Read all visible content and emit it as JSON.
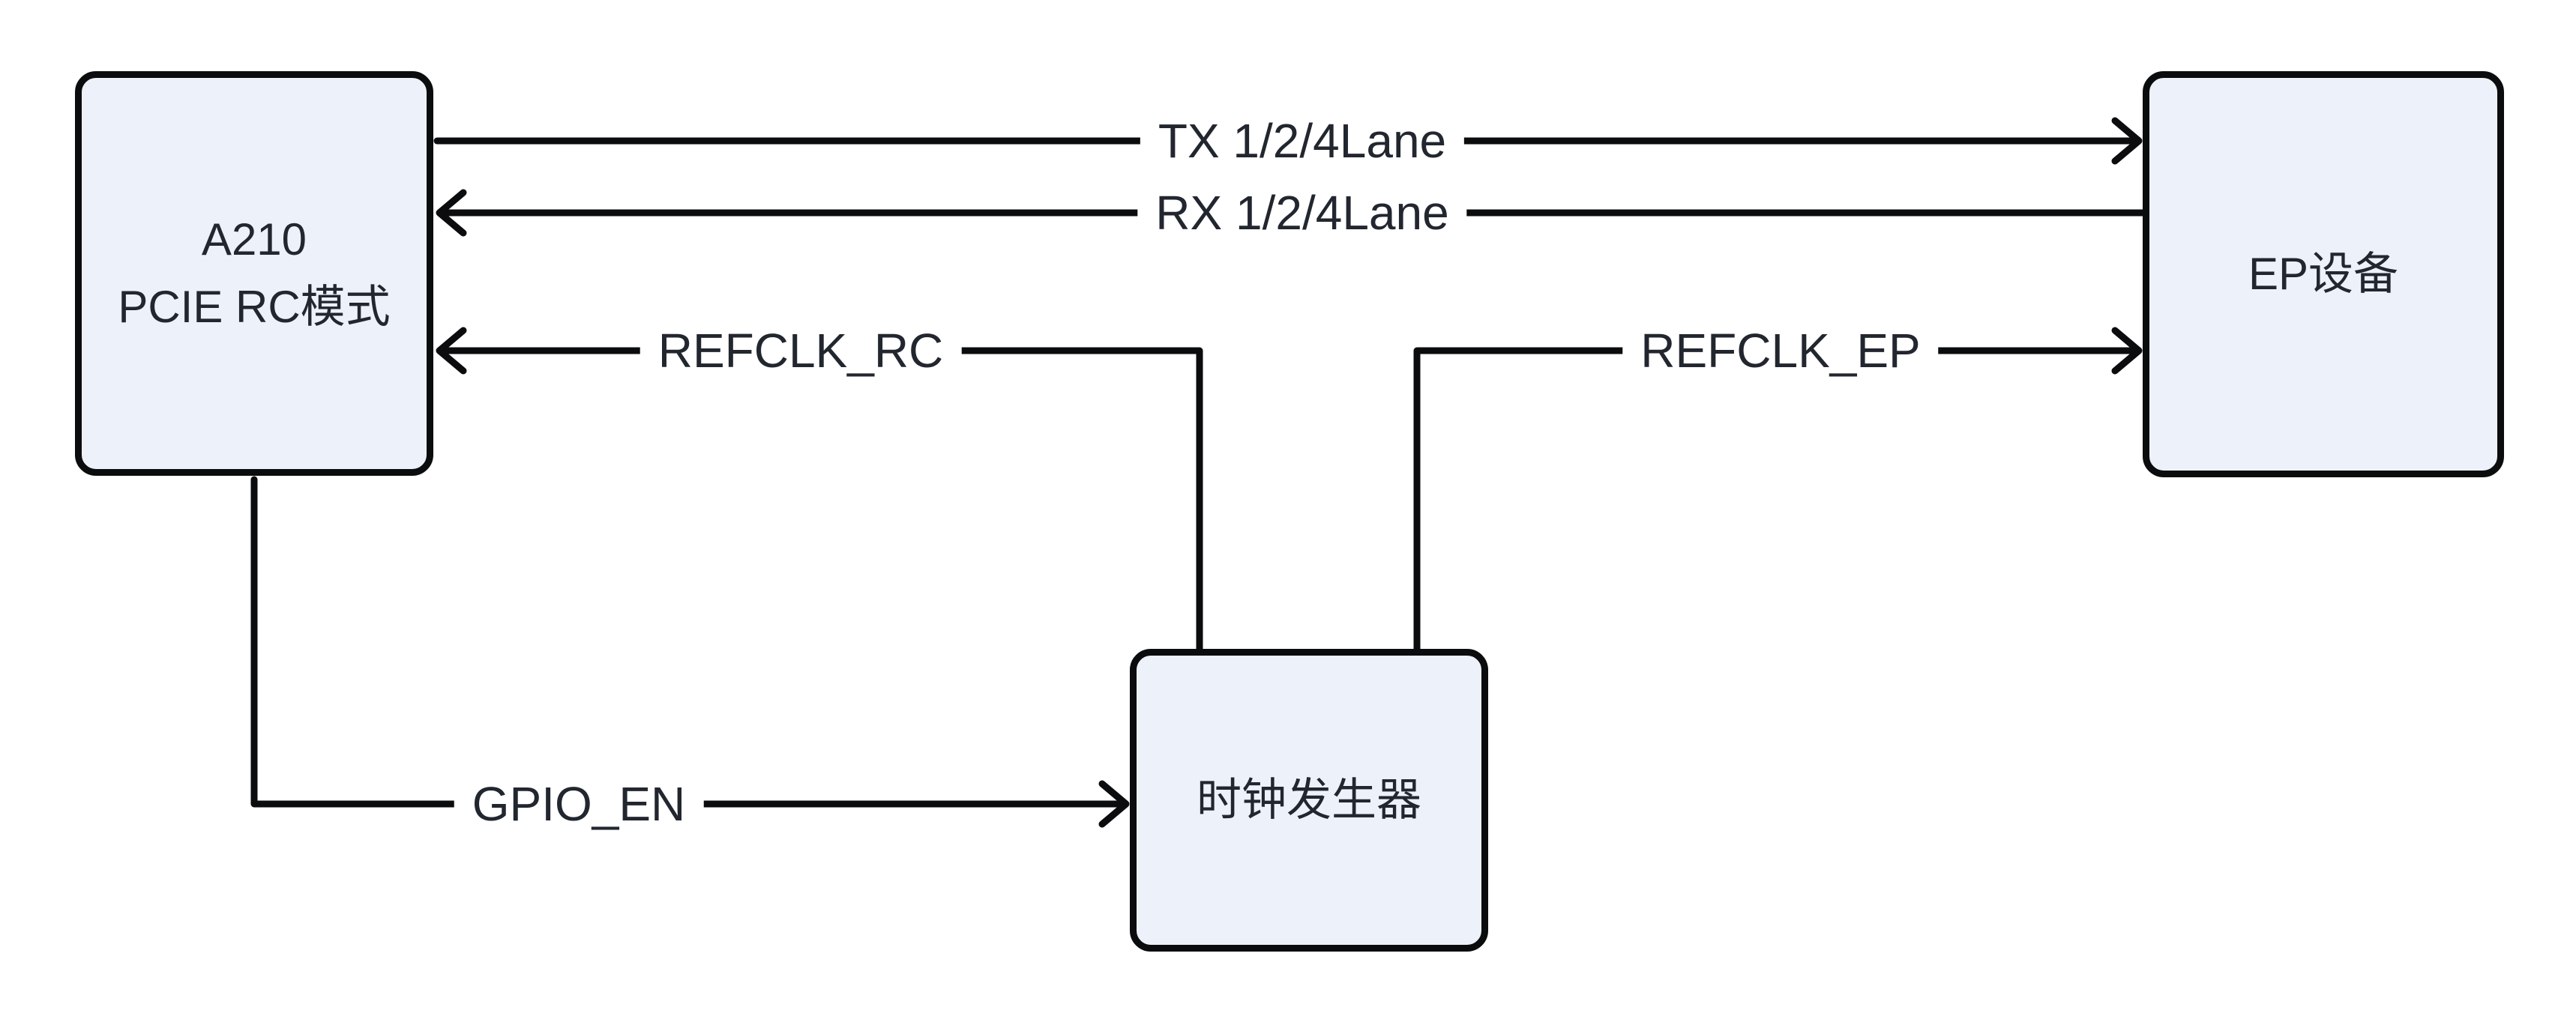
{
  "boxes": {
    "rc": {
      "line1": "A210",
      "line2": "PCIE RC模式"
    },
    "clock": {
      "label": "时钟发生器"
    },
    "ep": {
      "label": "EP设备"
    }
  },
  "labels": {
    "tx": "TX 1/2/4Lane",
    "rx": "RX 1/2/4Lane",
    "refclk_rc": "REFCLK_RC",
    "refclk_ep": "REFCLK_EP",
    "gpio_en": "GPIO_EN"
  },
  "colors": {
    "background": "#ffffff",
    "box_fill": "#edf1fa",
    "line": "#0b0c0e",
    "text": "#22262f"
  }
}
